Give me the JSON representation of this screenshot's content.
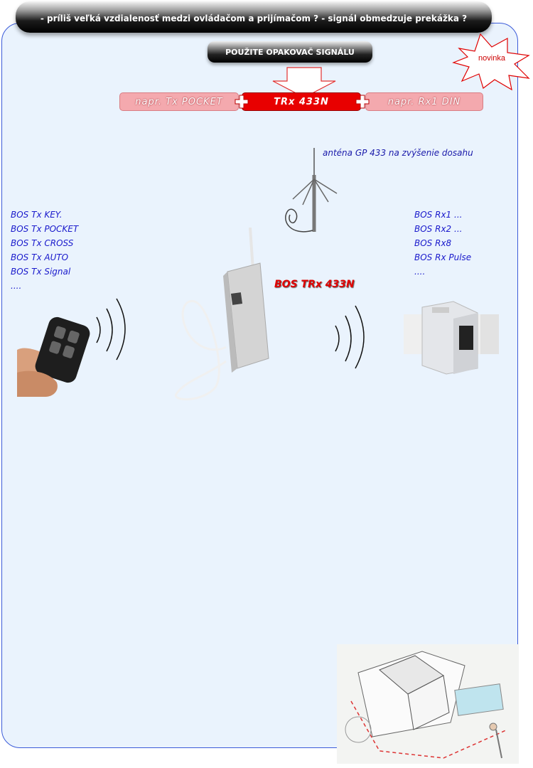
{
  "header": {
    "banner_text": "-  príliš veľká vzdialenosť medzi ovládačom a prijímačom ?  -  signál obmedzuje prekážka ?",
    "sub_banner_text": "POUŽITE OPAKOVAČ SIGNÁLU",
    "new_badge": "novinka"
  },
  "chain": {
    "left": "napr. Tx POCKET",
    "center": "TRx 433N",
    "right": "napr. Rx1 DIN"
  },
  "antenna_label": "anténa GP 433 na zvýšenie dosahu",
  "transmitters": [
    "BOS Tx KEY.",
    "BOS Tx POCKET",
    "BOS Tx CROSS",
    "BOS Tx AUTO",
    "BOS Tx Signal",
    "...."
  ],
  "receivers": [
    "BOS Rx1 ...",
    "BOS Rx2 ...",
    "BOS Rx8",
    "BOS Rx Pulse",
    " ...."
  ],
  "repeater_label": "BOS TRx 433N",
  "colors": {
    "accent_red": "#e80000",
    "pill_pink": "#f4a9ae",
    "panel_bg": "#eaf3fd",
    "panel_border": "#3b5bd9"
  }
}
